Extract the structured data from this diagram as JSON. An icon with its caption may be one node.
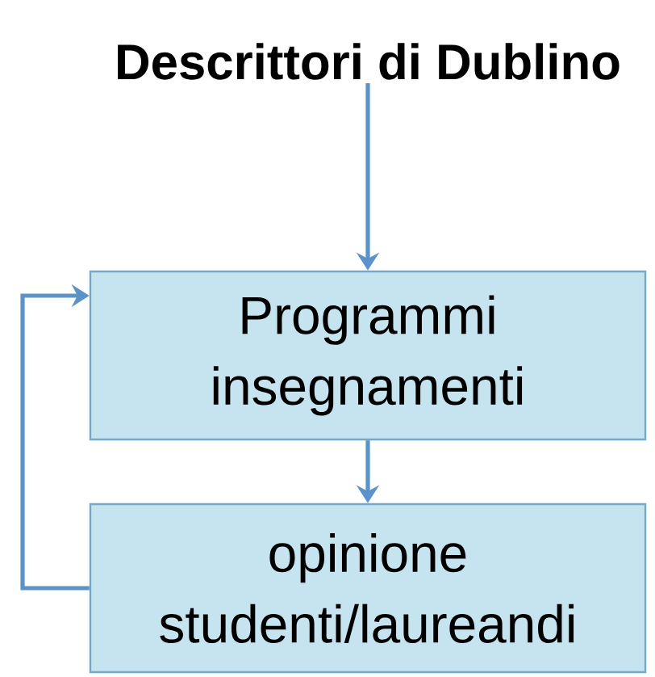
{
  "diagram": {
    "nodes": [
      {
        "text": [
          "Descrittori di Dublino"
        ]
      },
      {
        "text": [
          "Programmi insegnamenti"
        ]
      },
      {
        "text": [
          "opinione studenti/laureandi"
        ]
      }
    ],
    "edges": [
      {
        "from": 0,
        "to": 1,
        "arrow": "to"
      },
      {
        "from": 1,
        "to": 2,
        "arrow": "to"
      },
      {
        "from": 2,
        "to": 1,
        "arrow": "to"
      }
    ]
  }
}
